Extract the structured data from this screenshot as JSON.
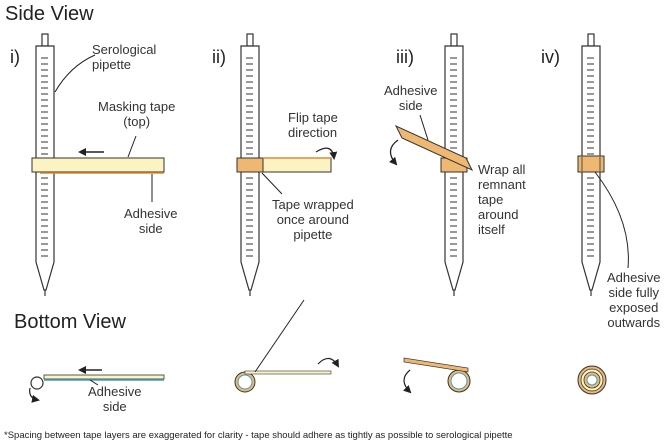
{
  "headings": {
    "side": "Side View",
    "bottom": "Bottom View"
  },
  "steps": [
    "i)",
    "ii)",
    "iii)",
    "iv)"
  ],
  "labels": {
    "pipette": [
      "Serological",
      "pipette"
    ],
    "masking_tape": [
      "Masking tape",
      "(top)"
    ],
    "adhesive_i": [
      "Adhesive",
      "side"
    ],
    "flip": [
      "Flip tape",
      "direction"
    ],
    "wrapped": [
      "Tape wrapped",
      "once around",
      "pipette"
    ],
    "adhesive_iii": [
      "Adhesive",
      "side"
    ],
    "wrap_all": [
      "Wrap all",
      "remnant",
      "tape",
      "around",
      "itself"
    ],
    "fully_exposed": [
      "Adhesive",
      "side fully",
      "exposed",
      "outwards"
    ],
    "bottom_adhesive": [
      "Adhesive",
      "side"
    ]
  },
  "footnote": "*Spacing between tape layers are exaggerated for clarity - tape should adhere as tightly as possible to serological pipette",
  "colors": {
    "tape_light": "#fbf4c2",
    "tape_orange": "#efb872",
    "adhesive_edge": "#3d9fc5",
    "outline": "#333333"
  }
}
